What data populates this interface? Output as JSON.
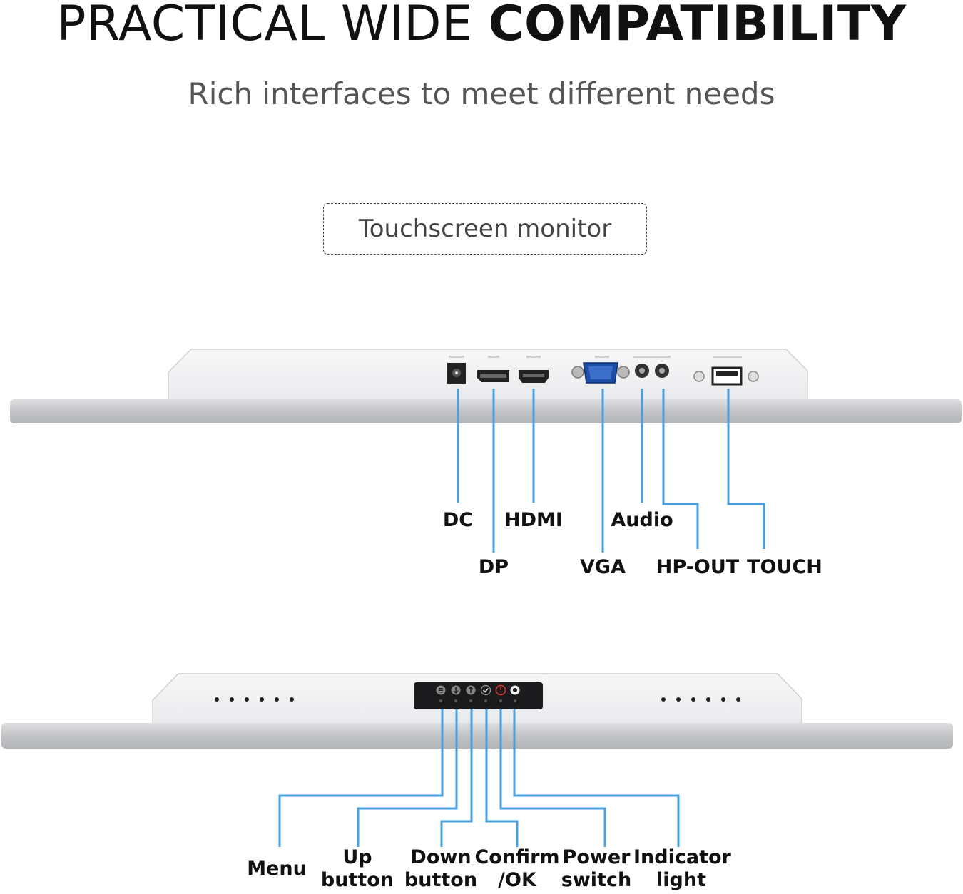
{
  "header": {
    "title_light": "PRACTICAL WIDE",
    "title_bold": "COMPATIBILITY",
    "subtitle": "Rich interfaces to meet different needs"
  },
  "badge": {
    "label": "Touchscreen monitor"
  },
  "ports": {
    "dc": "DC",
    "dp": "DP",
    "hdmi": "HDMI",
    "vga": "VGA",
    "audio": "Audio",
    "hp_out": "HP-OUT",
    "touch": "TOUCH"
  },
  "buttons": {
    "menu": "Menu",
    "up_1": "Up",
    "up_2": "button",
    "down_1": "Down",
    "down_2": "button",
    "confirm_1": "Confirm",
    "confirm_2": "/OK",
    "power_1": "Power",
    "power_2": "switch",
    "indicator_1": "Indicator",
    "indicator_2": "light"
  },
  "colors": {
    "callout_line": "#4a9fde",
    "panel_face": "#f1f2f3",
    "frame_silver": "#c8c9cb",
    "power_red": "#e5322d"
  }
}
